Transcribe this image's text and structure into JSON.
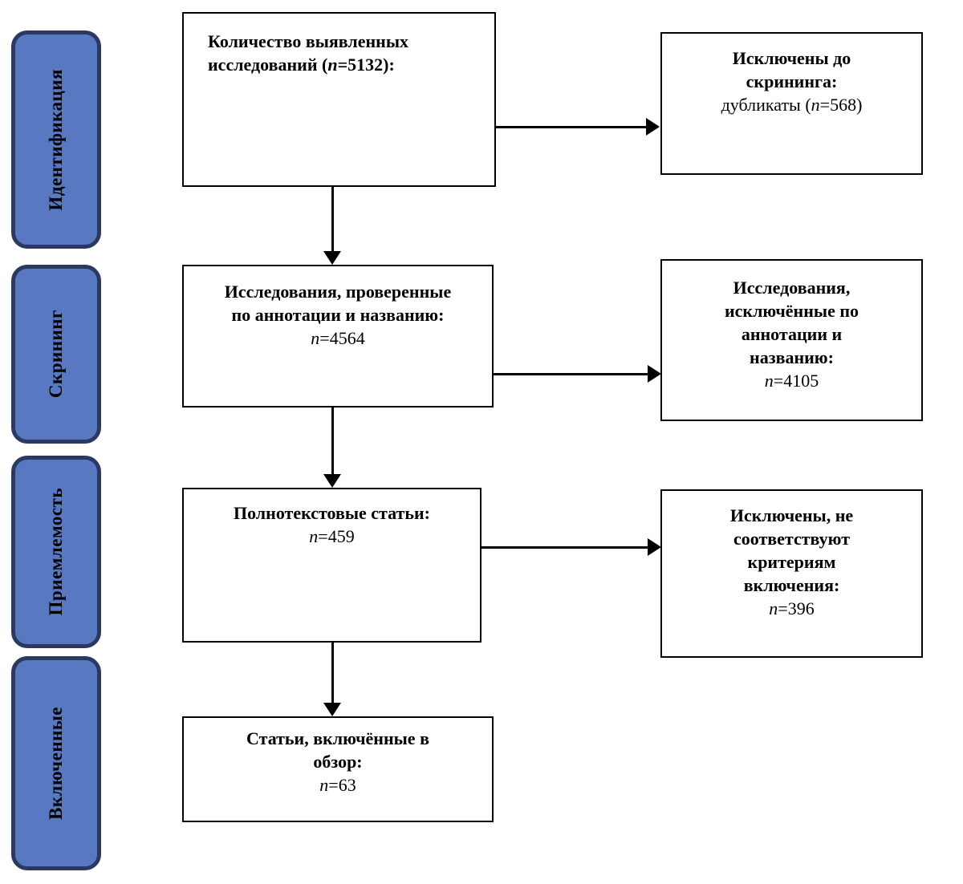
{
  "diagram": {
    "type": "prisma-flow",
    "language": "ru"
  },
  "colors": {
    "stage_fill": "#5878C2",
    "stage_border": "#2B3960",
    "box_background": "#FFFFFF",
    "line_color": "#000000"
  },
  "stages": {
    "identification": "Идентификация",
    "screening": "Скрининг",
    "eligibility": "Приемлемость",
    "included": "Включенные"
  },
  "boxes": {
    "identified": {
      "heading_before": "Количество выявленных исследований (",
      "n": "n",
      "heading_after": "=5132):"
    },
    "excluded_before_screening": {
      "heading": "Исключены до скрининга:",
      "line_before": "дубликаты (",
      "n": "n",
      "line_after": "=568)"
    },
    "screened": {
      "heading": "Исследования, проверенные по аннотации и названию:",
      "n": "n",
      "count": "=4564"
    },
    "excluded_by_abstract": {
      "heading": "Исследования, исключённые по аннотации и названию:",
      "n": "n",
      "count": "=4105"
    },
    "fulltext": {
      "heading": "Полнотекстовые статьи:",
      "n": "n",
      "count": "=459"
    },
    "excluded_by_criteria": {
      "heading": "Исключены, не соответствуют критериям включения:",
      "n": "n",
      "count": "=396"
    },
    "included_in_review": {
      "heading": "Статьи, включённые в обзор:",
      "n": "n",
      "count": "=63"
    }
  }
}
